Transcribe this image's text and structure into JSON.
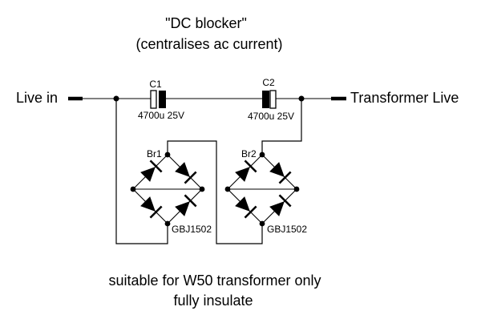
{
  "title": "\"DC blocker\"",
  "subtitle": "(centralises ac current)",
  "terminals": {
    "left": "Live in",
    "right": "Transformer Live"
  },
  "capacitors": [
    {
      "ref": "C1",
      "value": "4700u 25V"
    },
    {
      "ref": "C2",
      "value": "4700u 25V"
    }
  ],
  "bridges": [
    {
      "ref": "Br1",
      "part": "GBJ1502"
    },
    {
      "ref": "Br2",
      "part": "GBJ1502"
    }
  ],
  "notes": [
    "suitable for W50 transformer only",
    "fully insulate"
  ],
  "colors": {
    "wire": "#808080",
    "ink": "#000000",
    "background": "#ffffff"
  }
}
